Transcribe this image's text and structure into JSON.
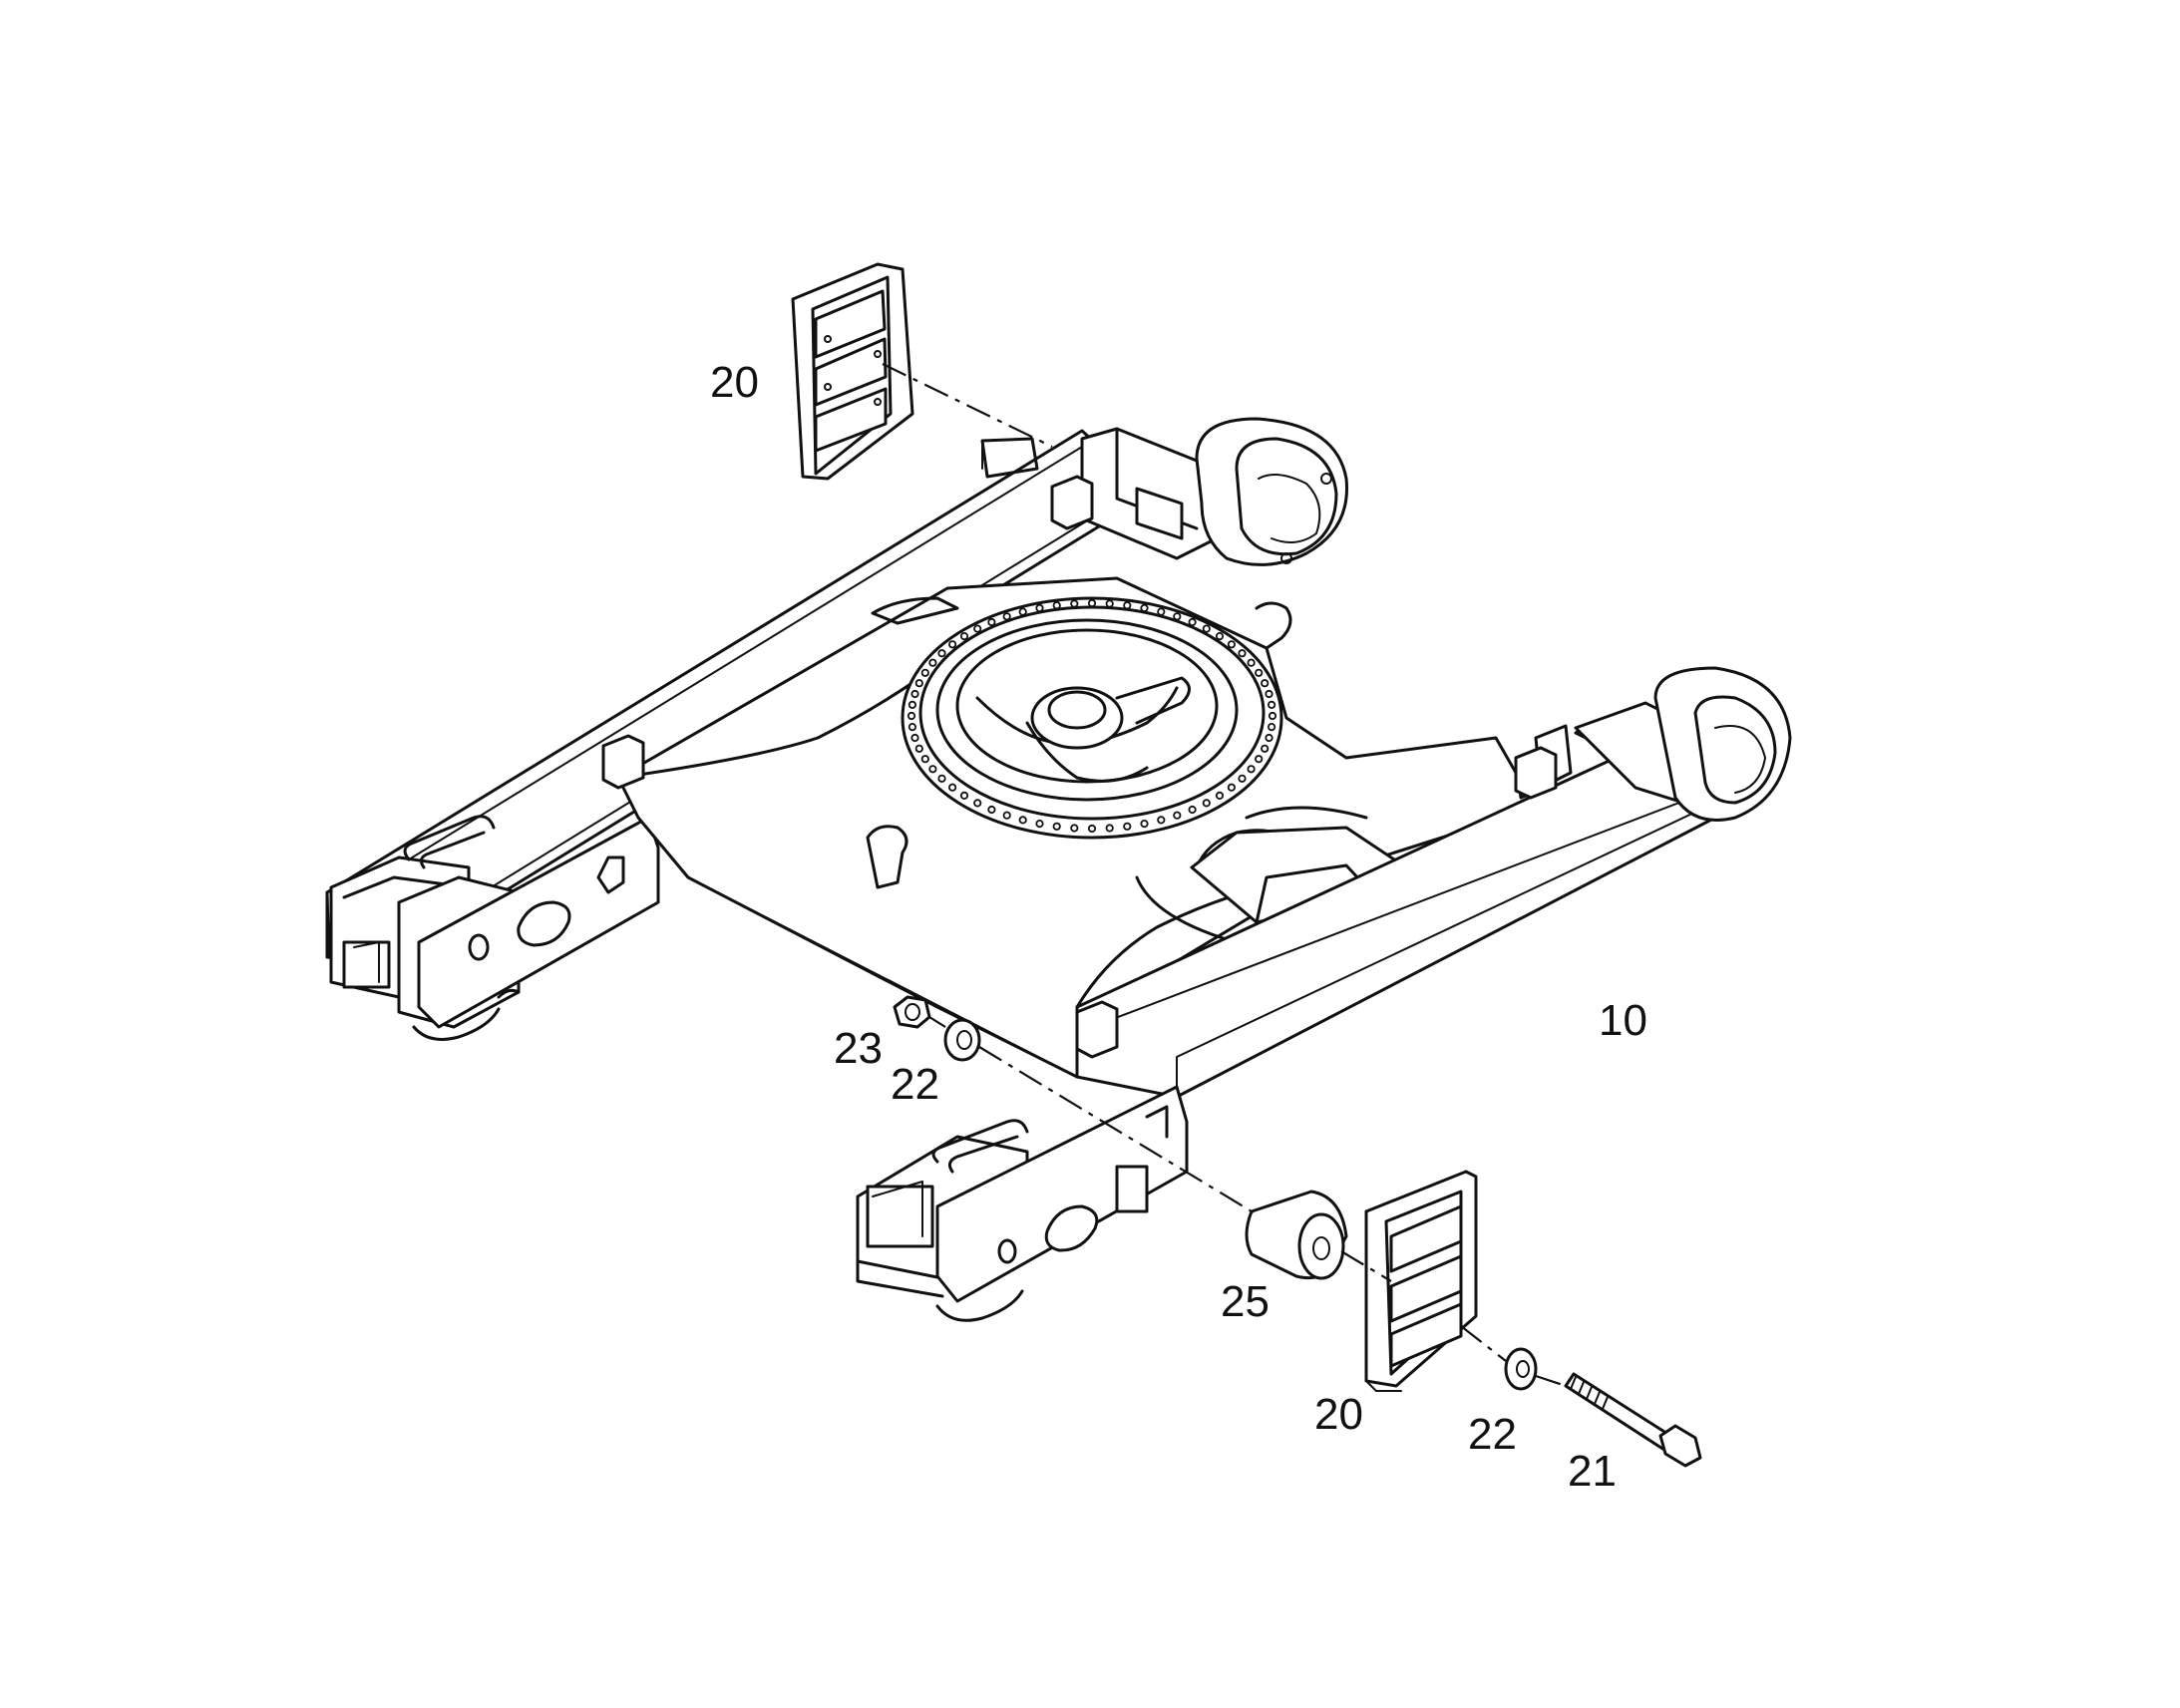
{
  "diagram": {
    "type": "exploded-parts-drawing",
    "subject": "undercarriage track frame"
  },
  "callouts": {
    "part_10": "10",
    "part_20_top": "20",
    "part_20_bottom": "20",
    "part_21": "21",
    "part_22_left": "22",
    "part_22_right": "22",
    "part_23": "23",
    "part_25": "25"
  },
  "colors": {
    "line": "#111111",
    "background": "#ffffff"
  }
}
